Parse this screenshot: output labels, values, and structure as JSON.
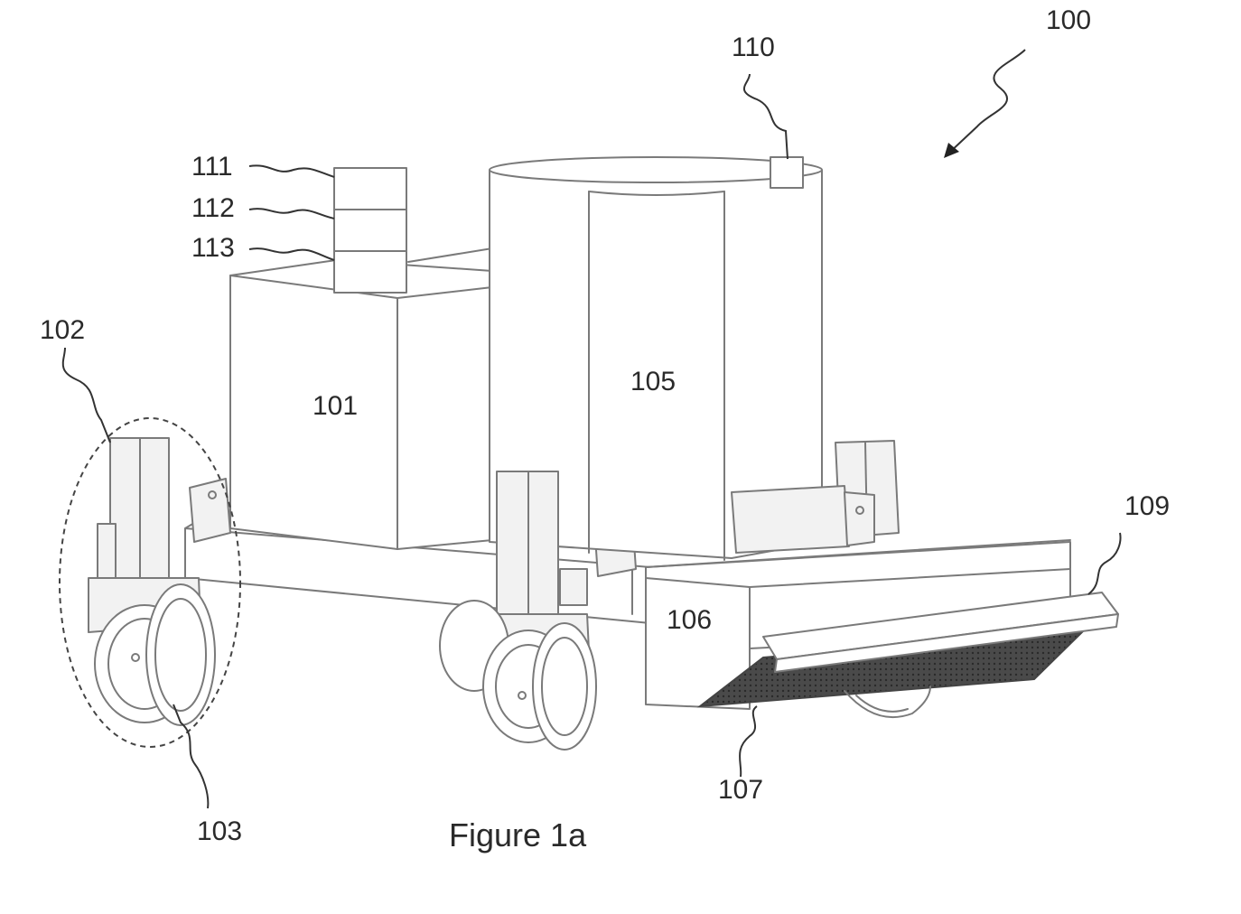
{
  "figure": {
    "caption": "Figure 1a",
    "labels": {
      "assembly": "100",
      "body": "101",
      "wheel_unit": "102",
      "wheel": "103",
      "tank": "105",
      "head": "106",
      "nozzles": "107",
      "bar": "109",
      "sensor": "110",
      "module_top": "111",
      "module_mid": "112",
      "module_bottom": "113"
    },
    "colors": {
      "line": "#7a7a7a",
      "text": "#2a2a2a",
      "nozzle_fill": "#3c3c3c"
    }
  }
}
